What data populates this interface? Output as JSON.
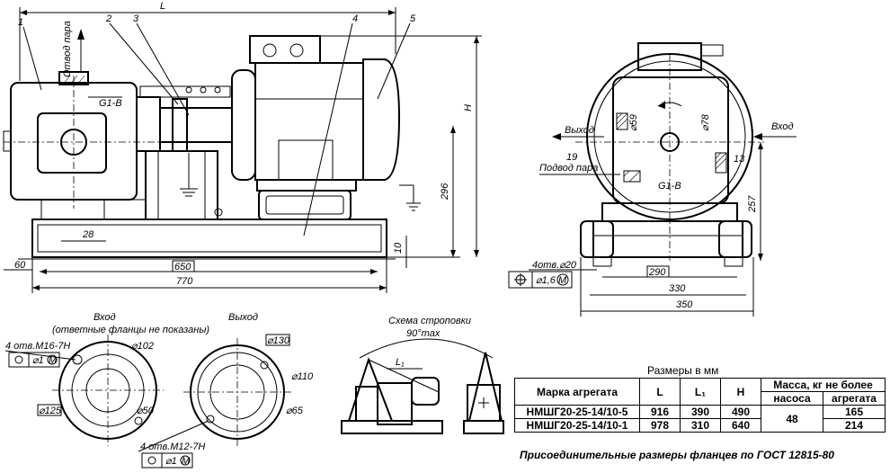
{
  "labels": {
    "callout_1": "1",
    "callout_2": "2",
    "callout_3": "3",
    "callout_4": "4",
    "callout_5": "5",
    "callout_13": "13",
    "callout_19": "19",
    "dim_L": "L",
    "dim_H": "H",
    "dim_28": "28",
    "dim_60": "60",
    "dim_650": "650",
    "dim_770": "770",
    "dim_296": "296",
    "dim_10": "10",
    "dim_257": "257",
    "dim_290": "290",
    "dim_330": "330",
    "dim_350": "350",
    "thread_left": "G1-B",
    "thread_right": "G1-B",
    "diam_59": "⌀59",
    "diam_78": "⌀78",
    "outlet_vert": "Отвод пара",
    "inlet_right": "Вход",
    "outlet_left": "Выход",
    "steam_in": "Подвод пара",
    "holes_base": "4отв.⌀20",
    "tol_base": "⌀1,6",
    "tol_base_m": "M",
    "flange_in_title": "Вход",
    "flange_in_note": "(ответные фланцы не показаны)",
    "flange_out_title": "Выход",
    "holes_in": "4 отв.M16-7H",
    "tol_in": "⌀1",
    "tol_in_m": "M",
    "d102": "⌀102",
    "d125": "⌀125",
    "d50": "⌀50",
    "d130": "⌀130",
    "d110": "⌀110",
    "d65": "⌀65",
    "holes_out": "4 отв.M12-7H",
    "tol_out": "⌀1",
    "tol_out_m": "M",
    "sling_title": "Схема строповки",
    "sling_angle": "90°max",
    "sling_L1": "L₁"
  },
  "table": {
    "units": "Размеры в мм",
    "headers": {
      "model": "Марка агрегата",
      "L": "L",
      "L1": "L₁",
      "H": "H",
      "mass": "Масса, кг не более",
      "pump": "насоса",
      "unit": "агрегата"
    },
    "rows": [
      {
        "model": "НМШГ20-25-14/10-5",
        "L": "916",
        "L1": "390",
        "H": "490",
        "unit": "165"
      },
      {
        "model": "НМШГ20-25-14/10-1",
        "L": "978",
        "L1": "310",
        "H": "640",
        "unit": "214"
      }
    ],
    "pump_mass": "48"
  },
  "footer": "Присоединительные размеры фланцев  по ГОСТ 12815-80"
}
